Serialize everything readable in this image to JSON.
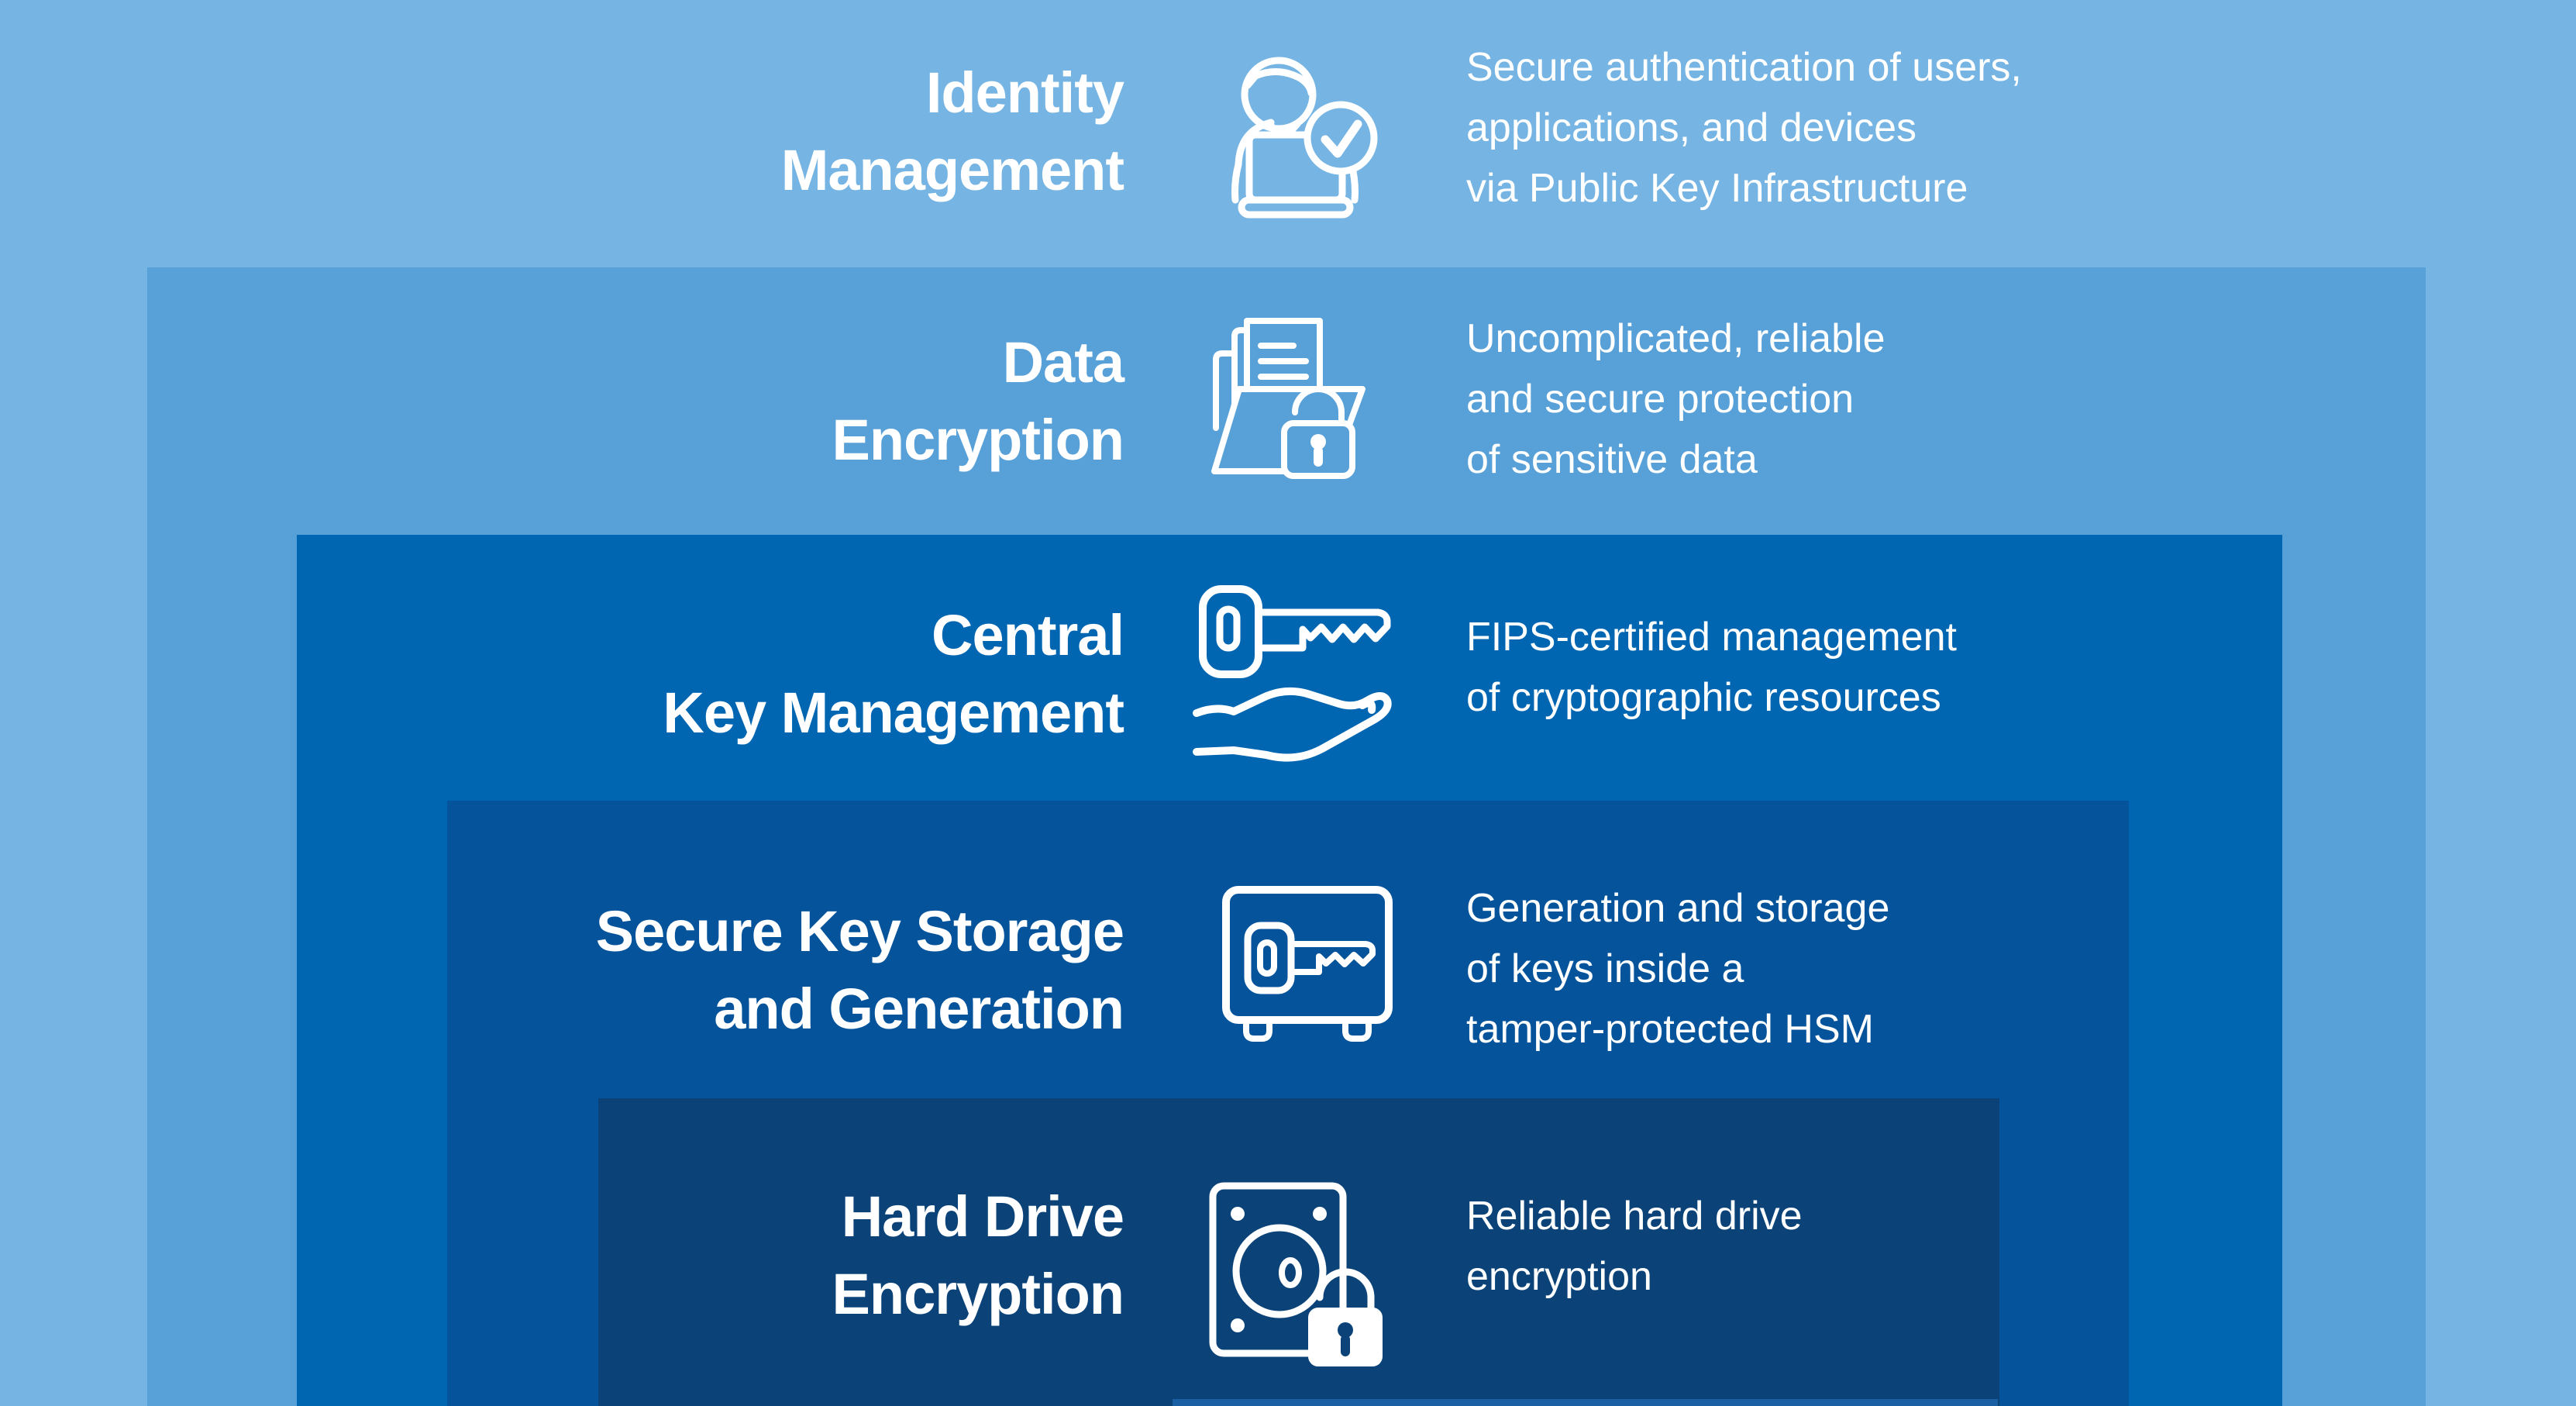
{
  "page": {
    "type": "layered-security-infographic",
    "topic": "Encryption and key management capability stack"
  },
  "colors": {
    "text": "#FFFFFF",
    "layer_identity_management": "#76B5E3",
    "layer_data_encryption": "#58A0D8",
    "layer_central_key_management": "#0066B2",
    "layer_secure_key_storage": "#04539B",
    "layer_hard_drive_encryption": "#0B4378",
    "bottom_peek_strip": "#1A5FA4"
  },
  "rows": [
    {
      "title_lines": [
        "Identity",
        "Management"
      ],
      "icon": "person-laptop-check-icon",
      "desc_lines": [
        "Secure authentication of users,",
        "applications, and devices",
        "via Public Key Infrastructure"
      ]
    },
    {
      "title_lines": [
        "Data",
        "Encryption"
      ],
      "icon": "folder-document-lock-icon",
      "desc_lines": [
        "Uncomplicated, reliable",
        "and secure protection",
        "of sensitive data"
      ]
    },
    {
      "title_lines": [
        "Central",
        "Key Management"
      ],
      "icon": "key-in-hand-icon",
      "desc_lines": [
        "FIPS-certified management",
        "of cryptographic resources"
      ]
    },
    {
      "title_lines": [
        "Secure Key Storage",
        "and Generation"
      ],
      "icon": "safe-with-key-icon",
      "desc_lines": [
        "Generation and storage",
        "of keys inside a",
        "tamper-protected HSM"
      ]
    },
    {
      "title_lines": [
        "Hard Drive",
        "Encryption"
      ],
      "icon": "hard-drive-lock-icon",
      "desc_lines": [
        "Reliable hard drive",
        "encryption"
      ]
    }
  ]
}
